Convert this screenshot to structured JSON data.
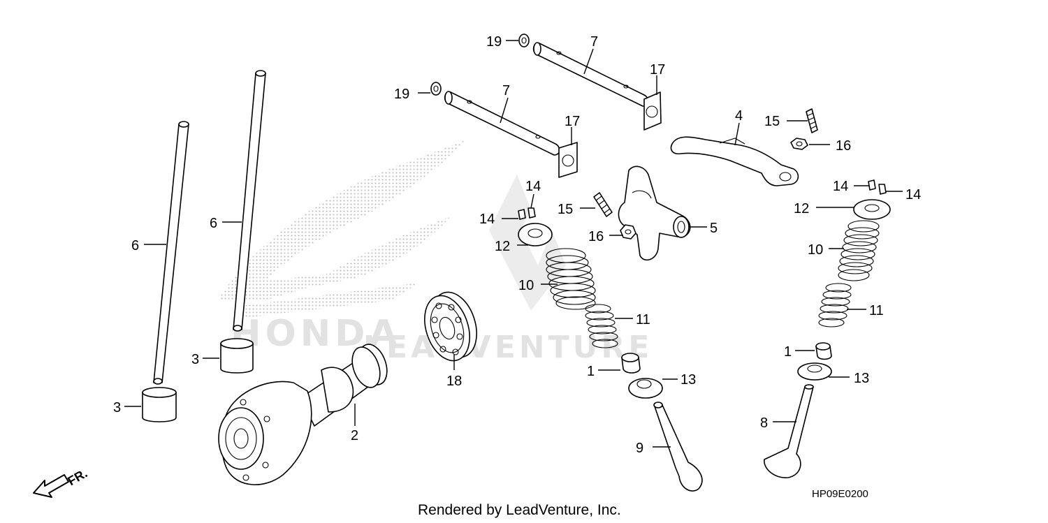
{
  "diagram": {
    "watermark_brand": "HONDA",
    "watermark_dealer": "LEADVENTURE",
    "front_arrow_label": "FR.",
    "drawing_code": "HP09E0200",
    "footer": "Rendered by LeadVenture, Inc.",
    "callouts": {
      "c19a": "19",
      "c7a": "7",
      "c17a": "17",
      "c19b": "19",
      "c7b": "7",
      "c17b": "17",
      "c4": "4",
      "c15a": "15",
      "c16a": "16",
      "c14a": "14",
      "c14b": "14",
      "c12a": "12",
      "c10a": "10",
      "c11a": "11",
      "c1a": "1",
      "c13a": "13",
      "c8": "8",
      "c14c": "14",
      "c14d": "14",
      "c15b": "15",
      "c16b": "16",
      "c5": "5",
      "c12b": "12",
      "c10b": "10",
      "c11b": "11",
      "c1b": "1",
      "c13b": "13",
      "c9": "9",
      "c6a": "6",
      "c6b": "6",
      "c3a": "3",
      "c3b": "3",
      "c18": "18",
      "c2": "2"
    }
  }
}
